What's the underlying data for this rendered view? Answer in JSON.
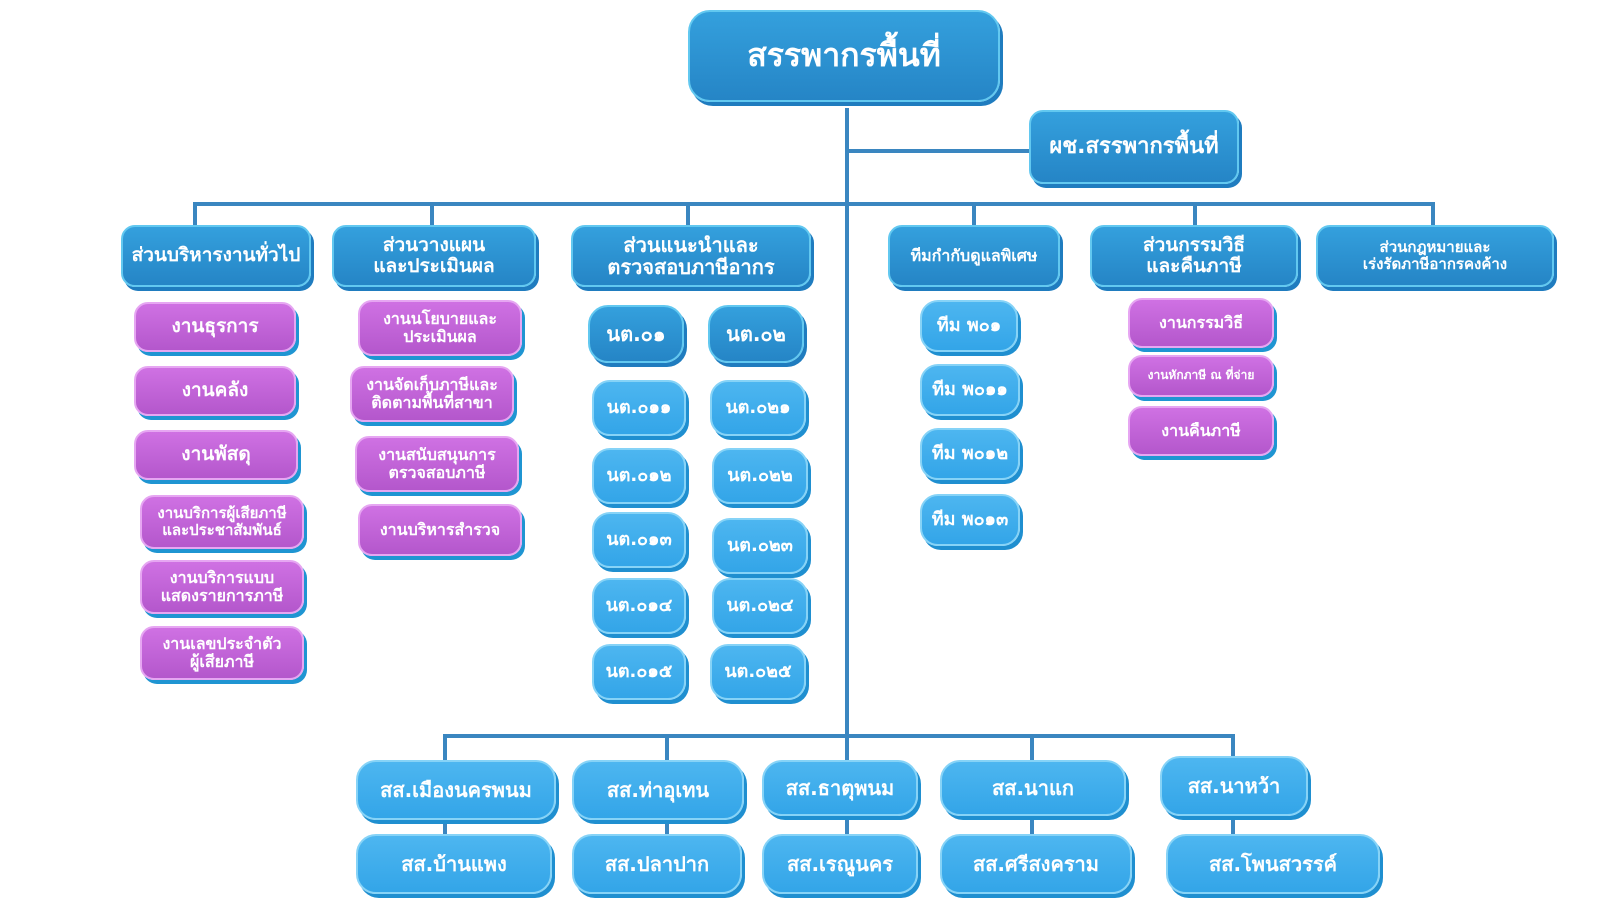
{
  "chart": {
    "top": {
      "title": "สรรพากรพื้นที่"
    },
    "deputy": {
      "label": "ผช.สรรพากรพื้นที่"
    },
    "divisions": [
      {
        "label": "ส่วนบริหารงานทั่วไป"
      },
      {
        "label": "ส่วนวางแผน\nและประเมินผล"
      },
      {
        "label": "ส่วนแนะนำและ\nตรวจสอบภาษีอากร"
      },
      {
        "label": "ทีมกำกับดูแลพิเศษ"
      },
      {
        "label": "ส่วนกรรมวิธี\nและคืนภาษี"
      },
      {
        "label": "ส่วนกฎหมายและ\nเร่งรัดภาษีอากรคงค้าง"
      }
    ],
    "admin_units": [
      "งานธุรการ",
      "งานคลัง",
      "งานพัสดุ",
      "งานบริการผู้เสียภาษี\nและประชาสัมพันธ์",
      "งานบริการแบบ\nแสดงรายการภาษี",
      "งานเลขประจำตัว\nผู้เสียภาษี"
    ],
    "planning_units": [
      "งานนโยบายและ\nประเมินผล",
      "งานจัดเก็บภาษีและ\nติดตามพื้นที่สาขา",
      "งานสนับสนุนการ\nตรวจสอบภาษี",
      "งานบริหารสำรวจ"
    ],
    "audit_groups_left": [
      "นต.๐๑",
      "นต.๐๑๑",
      "นต.๐๑๒",
      "นต.๐๑๓",
      "นต.๐๑๔",
      "นต.๐๑๕"
    ],
    "audit_groups_right": [
      "นต.๐๒",
      "นต.๐๒๑",
      "นต.๐๒๒",
      "นต.๐๒๓",
      "นต.๐๒๔",
      "นต.๐๒๕"
    ],
    "special_teams": [
      "ทีม พ๐๑",
      "ทีม พ๐๑๑",
      "ทีม พ๐๑๒",
      "ทีม พ๐๑๓"
    ],
    "process_units": [
      "งานกรรมวิธี",
      "งานหักภาษี ณ ที่จ่าย",
      "งานคืนภาษี"
    ],
    "branches_top": [
      "สส.เมืองนครพนม",
      "สส.ท่าอุเทน",
      "สส.ธาตุพนม",
      "สส.นาแก",
      "สส.นาหว้า"
    ],
    "branches_bottom": [
      "สส.บ้านแพง",
      "สส.ปลาปาก",
      "สส.เรณูนคร",
      "สส.ศรีสงคราม",
      "สส.โพนสวรรค์"
    ]
  },
  "colors": {
    "connector": "#3a86c0",
    "division_blue": "#2a8fd0",
    "unit_purple": "#c465d9",
    "branch_blue": "#3aa9ea"
  }
}
